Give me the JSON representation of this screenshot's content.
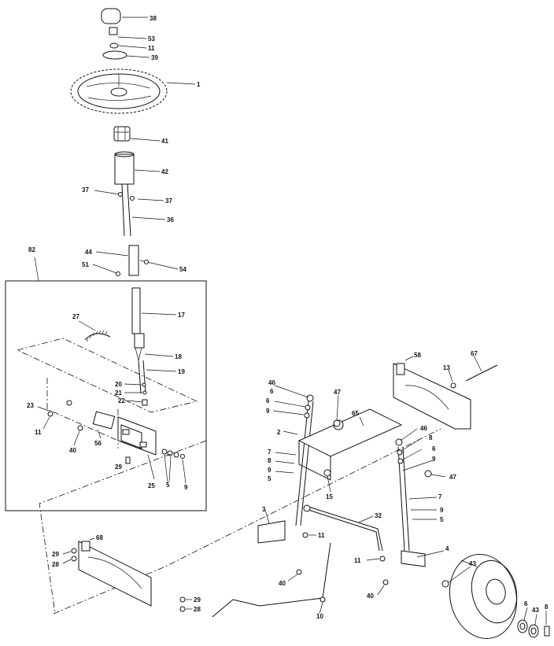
{
  "callouts": [
    {
      "id": "c38",
      "text": "38"
    },
    {
      "id": "c53",
      "text": "53"
    },
    {
      "id": "c11a",
      "text": "11"
    },
    {
      "id": "c39",
      "text": "39"
    },
    {
      "id": "c1",
      "text": "1"
    },
    {
      "id": "c41",
      "text": "41"
    },
    {
      "id": "c42",
      "text": "42"
    },
    {
      "id": "c37a",
      "text": "37"
    },
    {
      "id": "c37b",
      "text": "37"
    },
    {
      "id": "c36",
      "text": "36"
    },
    {
      "id": "c82",
      "text": "82"
    },
    {
      "id": "c44",
      "text": "44"
    },
    {
      "id": "c51",
      "text": "51"
    },
    {
      "id": "c54",
      "text": "54"
    },
    {
      "id": "c27",
      "text": "27"
    },
    {
      "id": "c17",
      "text": "17"
    },
    {
      "id": "c18",
      "text": "18"
    },
    {
      "id": "c19",
      "text": "19"
    },
    {
      "id": "c20",
      "text": "20"
    },
    {
      "id": "c21",
      "text": "21"
    },
    {
      "id": "c22",
      "text": "22"
    },
    {
      "id": "c23",
      "text": "23"
    },
    {
      "id": "c11b",
      "text": "11"
    },
    {
      "id": "c40a",
      "text": "40"
    },
    {
      "id": "c56",
      "text": "56"
    },
    {
      "id": "c29a",
      "text": "29"
    },
    {
      "id": "c25",
      "text": "25"
    },
    {
      "id": "c5a",
      "text": "5"
    },
    {
      "id": "c9a",
      "text": "9"
    },
    {
      "id": "c58",
      "text": "58"
    },
    {
      "id": "c13",
      "text": "13"
    },
    {
      "id": "c67",
      "text": "67"
    },
    {
      "id": "c46a",
      "text": "46"
    },
    {
      "id": "c6a",
      "text": "6"
    },
    {
      "id": "c6b",
      "text": "6"
    },
    {
      "id": "c9b",
      "text": "9"
    },
    {
      "id": "c2",
      "text": "2"
    },
    {
      "id": "c7a",
      "text": "7"
    },
    {
      "id": "c8a",
      "text": "8"
    },
    {
      "id": "c9c",
      "text": "9"
    },
    {
      "id": "c5b",
      "text": "5"
    },
    {
      "id": "c47a",
      "text": "47"
    },
    {
      "id": "c65",
      "text": "65"
    },
    {
      "id": "c46b",
      "text": "46"
    },
    {
      "id": "c8b",
      "text": "8"
    },
    {
      "id": "c6c",
      "text": "6"
    },
    {
      "id": "c9d",
      "text": "9"
    },
    {
      "id": "c47b",
      "text": "47"
    },
    {
      "id": "c15",
      "text": "15"
    },
    {
      "id": "c7b",
      "text": "7"
    },
    {
      "id": "c9e",
      "text": "9"
    },
    {
      "id": "c5c",
      "text": "5"
    },
    {
      "id": "c3",
      "text": "3"
    },
    {
      "id": "c32",
      "text": "32"
    },
    {
      "id": "c11c",
      "text": "11"
    },
    {
      "id": "c4",
      "text": "4"
    },
    {
      "id": "c11d",
      "text": "11"
    },
    {
      "id": "c40b",
      "text": "40"
    },
    {
      "id": "c40c",
      "text": "40"
    },
    {
      "id": "c68",
      "text": "68"
    },
    {
      "id": "c29b",
      "text": "29"
    },
    {
      "id": "c28a",
      "text": "28"
    },
    {
      "id": "c29c",
      "text": "29"
    },
    {
      "id": "c28b",
      "text": "28"
    },
    {
      "id": "c10",
      "text": "10"
    },
    {
      "id": "c43a",
      "text": "43"
    },
    {
      "id": "c6d",
      "text": "6"
    },
    {
      "id": "c43b",
      "text": "43"
    },
    {
      "id": "c8c",
      "text": "8"
    }
  ]
}
